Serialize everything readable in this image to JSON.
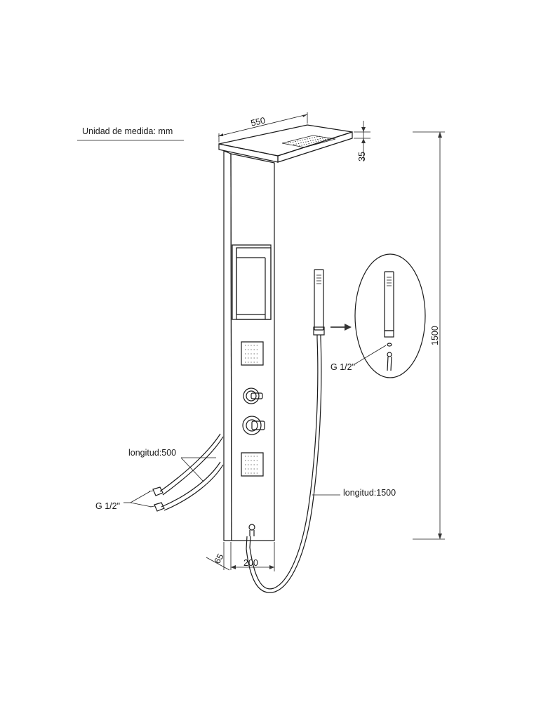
{
  "unit_note": "Unidad de medida: mm",
  "dimensions": {
    "top_width": "550",
    "top_thickness": "35",
    "total_height": "1500",
    "depth": "65",
    "panel_width": "200"
  },
  "labels": {
    "hose_length_inlet": "longitud:500",
    "inlet_thread": "G 1/2\"",
    "hand_shower_thread": "G 1/2\"",
    "hand_hose_length": "longitud:1500"
  }
}
